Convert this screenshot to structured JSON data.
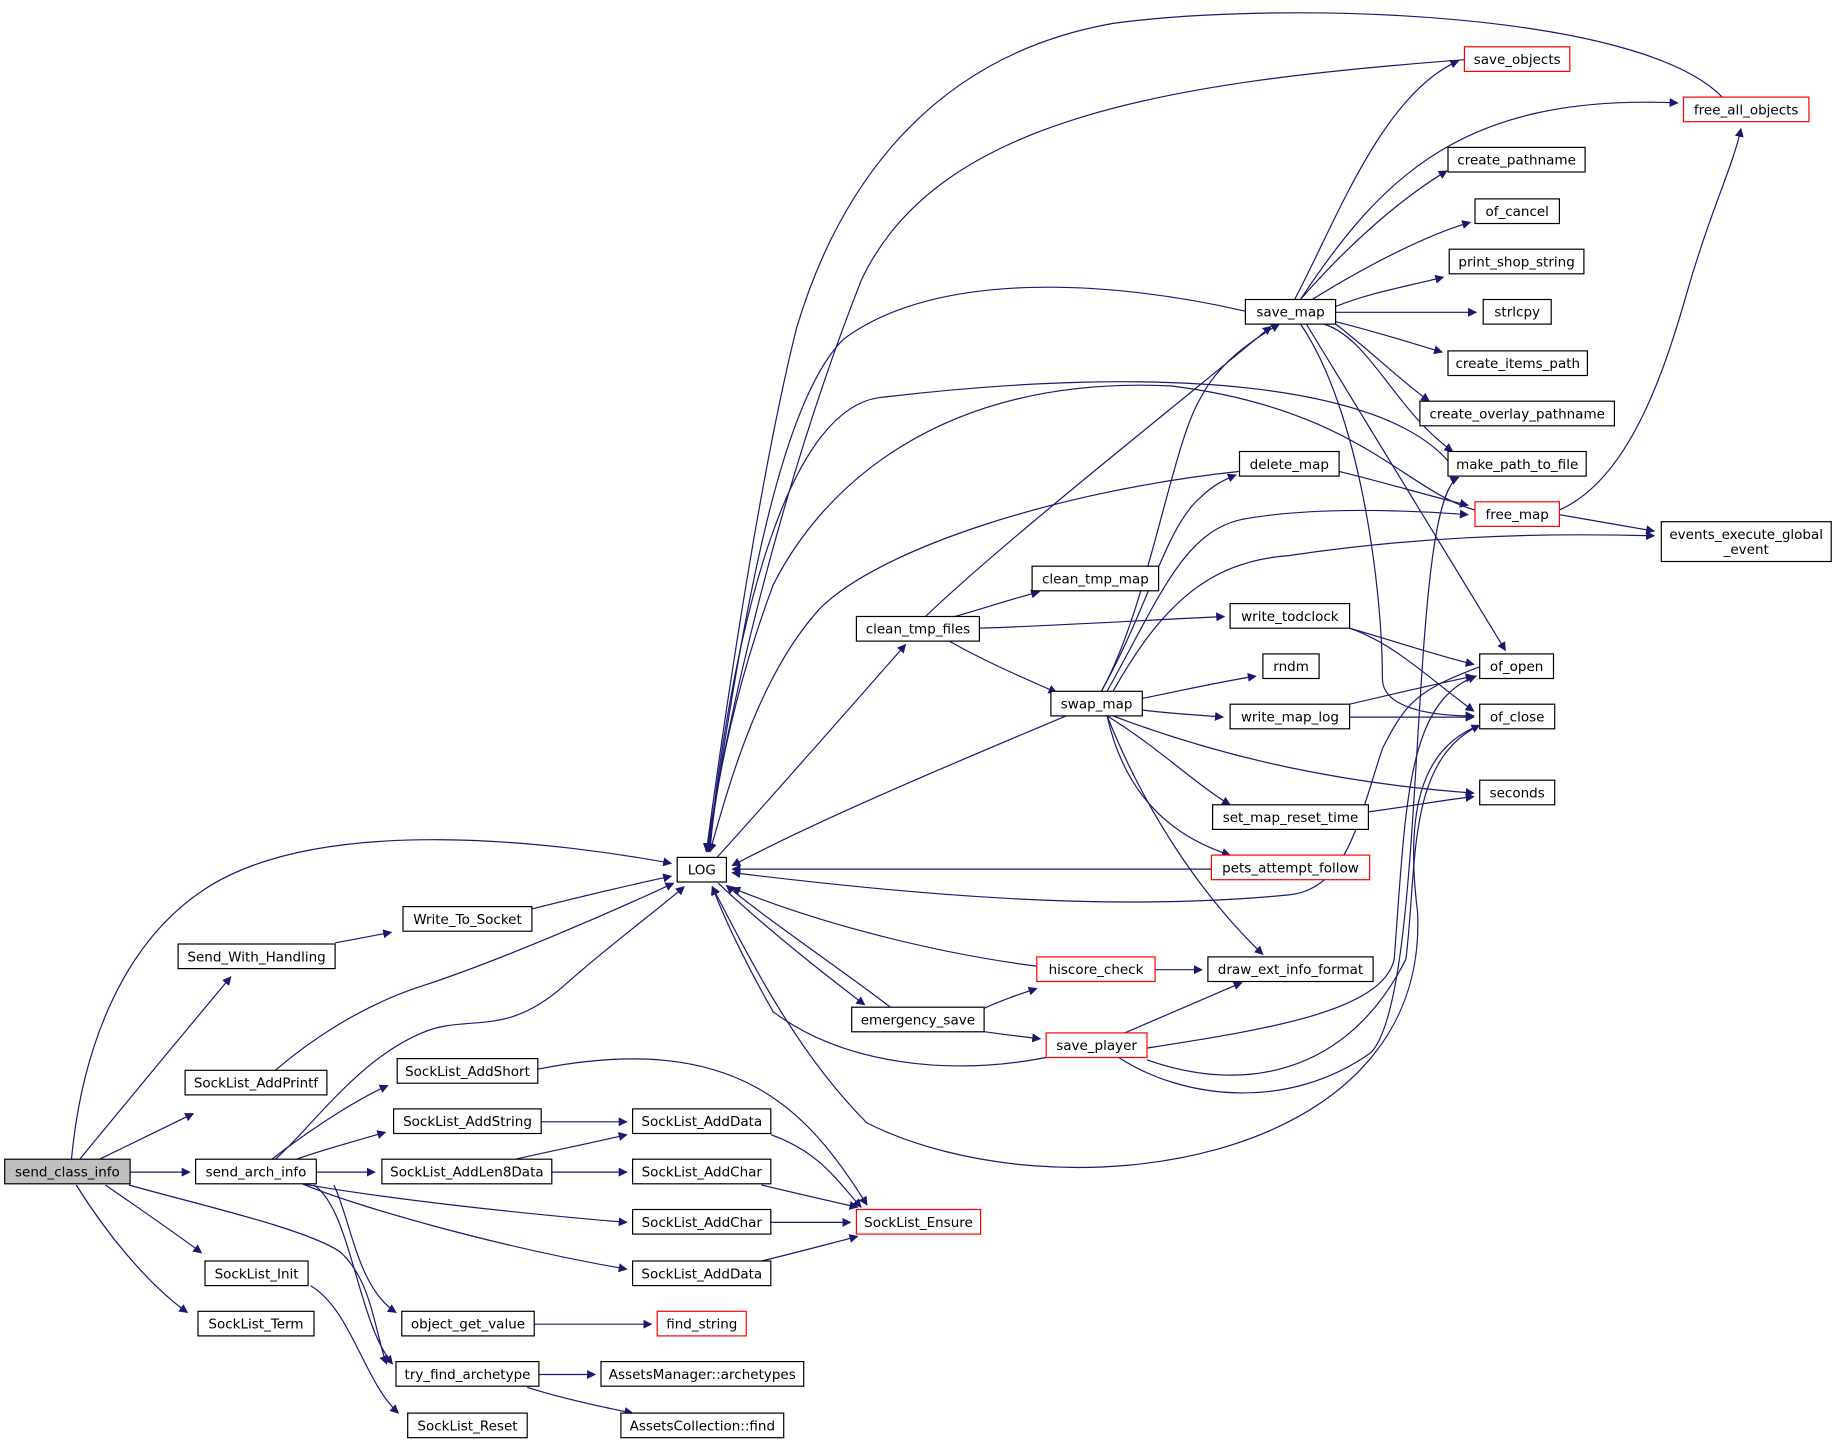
{
  "graph": {
    "colors": {
      "edge": "#191970",
      "node_border": "#000000",
      "highlight_border": "#ff0000",
      "root_fill": "#bfbfbf"
    },
    "nodes": [
      {
        "id": "send_class_info",
        "label": "send_class_info",
        "style": "root"
      },
      {
        "id": "send_arch_info",
        "label": "send_arch_info"
      },
      {
        "id": "Send_With_Handling",
        "label": "Send_With_Handling"
      },
      {
        "id": "SockList_AddPrintf",
        "label": "SockList_AddPrintf"
      },
      {
        "id": "SockList_Init",
        "label": "SockList_Init"
      },
      {
        "id": "SockList_Term",
        "label": "SockList_Term"
      },
      {
        "id": "Write_To_Socket",
        "label": "Write_To_Socket"
      },
      {
        "id": "SockList_AddShort",
        "label": "SockList_AddShort"
      },
      {
        "id": "SockList_AddString",
        "label": "SockList_AddString"
      },
      {
        "id": "SockList_AddLen8Data",
        "label": "SockList_AddLen8Data"
      },
      {
        "id": "object_get_value",
        "label": "object_get_value"
      },
      {
        "id": "try_find_archetype",
        "label": "try_find_archetype"
      },
      {
        "id": "SockList_Reset",
        "label": "SockList_Reset"
      },
      {
        "id": "LOG",
        "label": "LOG"
      },
      {
        "id": "SockList_AddData_1",
        "label": "SockList_AddData"
      },
      {
        "id": "SockList_AddChar_1",
        "label": "SockList_AddChar"
      },
      {
        "id": "SockList_AddChar_2",
        "label": "SockList_AddChar"
      },
      {
        "id": "SockList_AddData_2",
        "label": "SockList_AddData"
      },
      {
        "id": "find_string",
        "label": "find_string",
        "style": "red"
      },
      {
        "id": "AssetsManager_archetypes",
        "label": "AssetsManager::archetypes"
      },
      {
        "id": "AssetsCollection_find",
        "label": "AssetsCollection::find"
      },
      {
        "id": "clean_tmp_files",
        "label": "clean_tmp_files"
      },
      {
        "id": "emergency_save",
        "label": "emergency_save"
      },
      {
        "id": "SockList_Ensure",
        "label": "SockList_Ensure",
        "style": "red"
      },
      {
        "id": "clean_tmp_map",
        "label": "clean_tmp_map"
      },
      {
        "id": "swap_map",
        "label": "swap_map"
      },
      {
        "id": "hiscore_check",
        "label": "hiscore_check",
        "style": "red"
      },
      {
        "id": "save_player",
        "label": "save_player",
        "style": "red"
      },
      {
        "id": "save_map",
        "label": "save_map"
      },
      {
        "id": "delete_map",
        "label": "delete_map"
      },
      {
        "id": "write_todclock",
        "label": "write_todclock"
      },
      {
        "id": "rndm",
        "label": "rndm"
      },
      {
        "id": "write_map_log",
        "label": "write_map_log"
      },
      {
        "id": "set_map_reset_time",
        "label": "set_map_reset_time"
      },
      {
        "id": "pets_attempt_follow",
        "label": "pets_attempt_follow",
        "style": "red"
      },
      {
        "id": "draw_ext_info_format",
        "label": "draw_ext_info_format"
      },
      {
        "id": "save_objects",
        "label": "save_objects",
        "style": "red"
      },
      {
        "id": "create_pathname",
        "label": "create_pathname"
      },
      {
        "id": "of_cancel",
        "label": "of_cancel"
      },
      {
        "id": "print_shop_string",
        "label": "print_shop_string"
      },
      {
        "id": "strlcpy",
        "label": "strlcpy"
      },
      {
        "id": "create_items_path",
        "label": "create_items_path"
      },
      {
        "id": "create_overlay_pathname",
        "label": "create_overlay_pathname"
      },
      {
        "id": "make_path_to_file",
        "label": "make_path_to_file"
      },
      {
        "id": "free_map",
        "label": "free_map",
        "style": "red"
      },
      {
        "id": "of_open",
        "label": "of_open"
      },
      {
        "id": "of_close",
        "label": "of_close"
      },
      {
        "id": "seconds",
        "label": "seconds"
      },
      {
        "id": "free_all_objects",
        "label": "free_all_objects",
        "style": "red"
      },
      {
        "id": "events_execute_global_event",
        "label": "events_execute_global\n_event"
      }
    ],
    "edges": [
      [
        "send_class_info",
        "LOG"
      ],
      [
        "send_class_info",
        "Send_With_Handling"
      ],
      [
        "send_class_info",
        "SockList_AddPrintf"
      ],
      [
        "send_class_info",
        "send_arch_info"
      ],
      [
        "send_class_info",
        "SockList_Init"
      ],
      [
        "send_class_info",
        "SockList_Term"
      ],
      [
        "send_class_info",
        "try_find_archetype"
      ],
      [
        "Send_With_Handling",
        "Write_To_Socket"
      ],
      [
        "Write_To_Socket",
        "LOG"
      ],
      [
        "SockList_AddPrintf",
        "LOG"
      ],
      [
        "SockList_Init",
        "SockList_Reset"
      ],
      [
        "send_arch_info",
        "LOG"
      ],
      [
        "send_arch_info",
        "SockList_AddShort"
      ],
      [
        "send_arch_info",
        "SockList_AddString"
      ],
      [
        "send_arch_info",
        "SockList_AddLen8Data"
      ],
      [
        "send_arch_info",
        "SockList_AddChar_2"
      ],
      [
        "send_arch_info",
        "SockList_AddData_2"
      ],
      [
        "send_arch_info",
        "object_get_value"
      ],
      [
        "send_arch_info",
        "try_find_archetype"
      ],
      [
        "SockList_AddShort",
        "SockList_Ensure"
      ],
      [
        "SockList_AddString",
        "SockList_AddData_1"
      ],
      [
        "SockList_AddLen8Data",
        "SockList_AddData_1"
      ],
      [
        "SockList_AddLen8Data",
        "SockList_AddChar_1"
      ],
      [
        "SockList_AddData_1",
        "SockList_Ensure"
      ],
      [
        "SockList_AddChar_1",
        "SockList_Ensure"
      ],
      [
        "SockList_AddChar_2",
        "SockList_Ensure"
      ],
      [
        "SockList_AddData_2",
        "SockList_Ensure"
      ],
      [
        "object_get_value",
        "find_string"
      ],
      [
        "try_find_archetype",
        "AssetsManager_archetypes"
      ],
      [
        "try_find_archetype",
        "AssetsCollection_find"
      ],
      [
        "LOG",
        "clean_tmp_files"
      ],
      [
        "LOG",
        "emergency_save"
      ],
      [
        "clean_tmp_files",
        "clean_tmp_map"
      ],
      [
        "clean_tmp_files",
        "write_todclock"
      ],
      [
        "clean_tmp_files",
        "swap_map"
      ],
      [
        "clean_tmp_files",
        "save_map"
      ],
      [
        "emergency_save",
        "LOG"
      ],
      [
        "emergency_save",
        "hiscore_check"
      ],
      [
        "emergency_save",
        "save_player"
      ],
      [
        "hiscore_check",
        "LOG"
      ],
      [
        "hiscore_check",
        "draw_ext_info_format"
      ],
      [
        "save_player",
        "LOG"
      ],
      [
        "save_player",
        "draw_ext_info_format"
      ],
      [
        "save_player",
        "of_open"
      ],
      [
        "save_player",
        "of_close"
      ],
      [
        "save_player",
        "make_path_to_file"
      ],
      [
        "swap_map",
        "LOG"
      ],
      [
        "swap_map",
        "save_map"
      ],
      [
        "swap_map",
        "delete_map"
      ],
      [
        "swap_map",
        "free_map"
      ],
      [
        "swap_map",
        "events_execute_global_event"
      ],
      [
        "swap_map",
        "rndm"
      ],
      [
        "swap_map",
        "write_map_log"
      ],
      [
        "swap_map",
        "seconds"
      ],
      [
        "swap_map",
        "set_map_reset_time"
      ],
      [
        "swap_map",
        "pets_attempt_follow"
      ],
      [
        "swap_map",
        "draw_ext_info_format"
      ],
      [
        "pets_attempt_follow",
        "LOG"
      ],
      [
        "write_todclock",
        "of_open"
      ],
      [
        "write_todclock",
        "of_close"
      ],
      [
        "write_map_log",
        "of_open"
      ],
      [
        "write_map_log",
        "of_close"
      ],
      [
        "set_map_reset_time",
        "seconds"
      ],
      [
        "delete_map",
        "LOG"
      ],
      [
        "delete_map",
        "free_map"
      ],
      [
        "save_map",
        "LOG"
      ],
      [
        "save_map",
        "save_objects"
      ],
      [
        "save_map",
        "free_all_objects"
      ],
      [
        "save_map",
        "create_pathname"
      ],
      [
        "save_map",
        "of_cancel"
      ],
      [
        "save_map",
        "print_shop_string"
      ],
      [
        "save_map",
        "strlcpy"
      ],
      [
        "save_map",
        "create_items_path"
      ],
      [
        "save_map",
        "create_overlay_pathname"
      ],
      [
        "save_map",
        "make_path_to_file"
      ],
      [
        "save_map",
        "of_open"
      ],
      [
        "save_map",
        "of_close"
      ],
      [
        "save_objects",
        "LOG"
      ],
      [
        "free_all_objects",
        "LOG"
      ],
      [
        "make_path_to_file",
        "LOG"
      ],
      [
        "free_map",
        "LOG"
      ],
      [
        "free_map",
        "events_execute_global_event"
      ],
      [
        "free_map",
        "free_all_objects"
      ],
      [
        "of_open",
        "LOG"
      ],
      [
        "of_close",
        "LOG"
      ]
    ]
  }
}
